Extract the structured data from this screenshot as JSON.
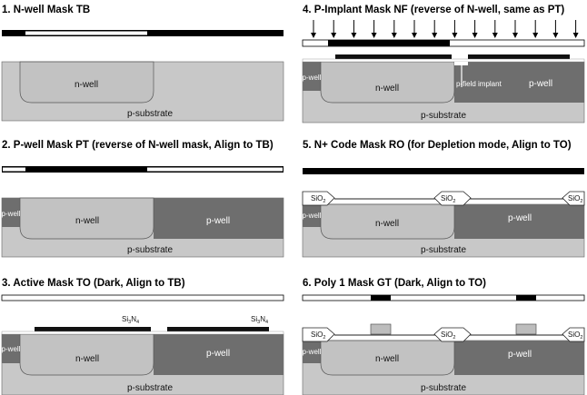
{
  "steps": [
    {
      "number": "1.",
      "title": "N-well Mask TB"
    },
    {
      "number": "2.",
      "title": "P-well Mask PT (reverse of N-well mask, Align to TB)"
    },
    {
      "number": "3.",
      "title": "Active Mask TO (Dark, Align to TB)"
    },
    {
      "number": "4.",
      "title": "P-Implant Mask NF (reverse of N-well, same as PT)"
    },
    {
      "number": "5.",
      "title": "N+ Code Mask RO (for Depletion mode, Align to TO)"
    },
    {
      "number": "6.",
      "title": "Poly 1 Mask GT (Dark, Align to TO)"
    }
  ],
  "labels": {
    "n_well": "n-well",
    "p_well": "p-well",
    "p_substrate": "p-substrate",
    "p_field_implant": "p-field implant",
    "si3n4_main": "Si",
    "si3n4_sub1": "3",
    "si3n4_mid": "N",
    "si3n4_sub2": "4",
    "sio2_main": "SiO",
    "sio2_sub": "2"
  },
  "colors": {
    "substrate": "#c8c8c8",
    "nwell": "#c2c2c2",
    "pwell": "#6e6e6e",
    "mask_dark": "#000000",
    "nitride": "#111111",
    "oxide": "#ffffff",
    "poly": "#bdbdbd"
  }
}
